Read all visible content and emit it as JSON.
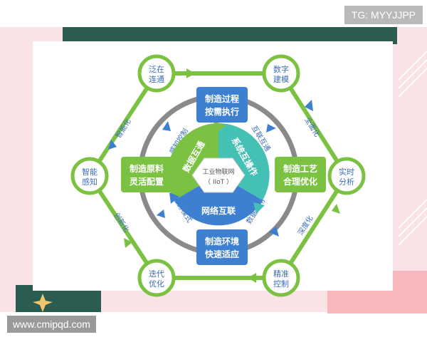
{
  "watermarks": {
    "top_right": "TG: MYYJJPP",
    "bottom_left": "www.cmipqd.com"
  },
  "colors": {
    "green": "#7cc242",
    "blue": "#3d7fd0",
    "teal": "#45c0b5",
    "gray_ring": "#8a8a8a",
    "text_blue": "#3d6db8"
  },
  "diagram": {
    "nodes": [
      {
        "line1": "泛在",
        "line2": "连通"
      },
      {
        "line1": "数字",
        "line2": "建模"
      },
      {
        "line1": "实时",
        "line2": "分析"
      },
      {
        "line1": "精准",
        "line2": "控制"
      },
      {
        "line1": "迭代",
        "line2": "优化"
      },
      {
        "line1": "智能",
        "line2": "感知"
      }
    ],
    "edge_labels": {
      "right_top": "全面化",
      "right_bottom": "深度化",
      "left_bottom": "创新化",
      "left_top": "智能化"
    },
    "boxes": {
      "top": {
        "line1": "制造过程",
        "line2": "按需执行"
      },
      "left": {
        "line1": "制造原料",
        "line2": "灵活配置"
      },
      "right": {
        "line1": "制造工艺",
        "line2": "合理优化"
      },
      "bottom": {
        "line1": "制造环境",
        "line2": "快速适应"
      }
    },
    "ring_labels": {
      "top_left": "感知控制",
      "top_right": "互联互通",
      "bottom_right": "数据应用",
      "bottom_left": "服务模式"
    },
    "segments": {
      "green": "数据互通",
      "teal": "系统互操作",
      "blue": "网络互联"
    },
    "center": {
      "line1": "工业物联网",
      "line2": "（ IIoT ）"
    }
  }
}
